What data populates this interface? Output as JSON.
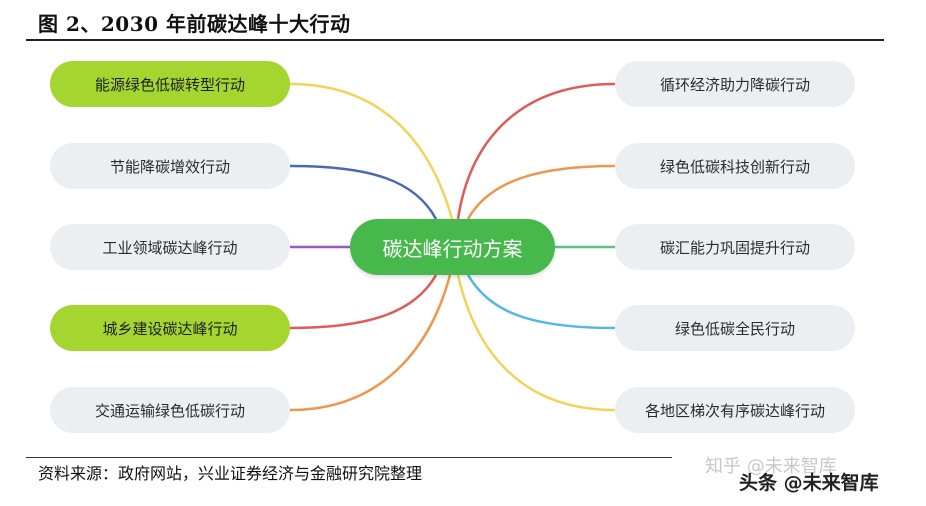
{
  "figure": {
    "title": "图 2、2030 年前碳达峰十大行动",
    "source": "资料来源：政府网站，兴业证券经济与金融研究院整理"
  },
  "center": {
    "label": "碳达峰行动方案",
    "color": "#47b84b"
  },
  "left_nodes": [
    {
      "label": "能源绿色低碳转型行动",
      "highlight": true,
      "line_color": "#f2d35a"
    },
    {
      "label": "节能降碳增效行动",
      "highlight": false,
      "line_color": "#4a69b5"
    },
    {
      "label": "工业领域碳达峰行动",
      "highlight": false,
      "line_color": "#9b59c6"
    },
    {
      "label": "城乡建设碳达峰行动",
      "highlight": true,
      "line_color": "#e05a5a"
    },
    {
      "label": "交通运输绿色低碳行动",
      "highlight": false,
      "line_color": "#f0964a"
    }
  ],
  "right_nodes": [
    {
      "label": "循环经济助力降碳行动",
      "line_color": "#e05a5a"
    },
    {
      "label": "绿色低碳科技创新行动",
      "line_color": "#f0964a"
    },
    {
      "label": "碳汇能力巩固提升行动",
      "line_color": "#5cc28a"
    },
    {
      "label": "绿色低碳全民行动",
      "line_color": "#4fb8e8"
    },
    {
      "label": "各地区梯次有序碳达峰行动",
      "line_color": "#f2d35a"
    }
  ],
  "watermark": {
    "line1": "知乎 @未来智库",
    "line2": "头条 @未来智库"
  }
}
